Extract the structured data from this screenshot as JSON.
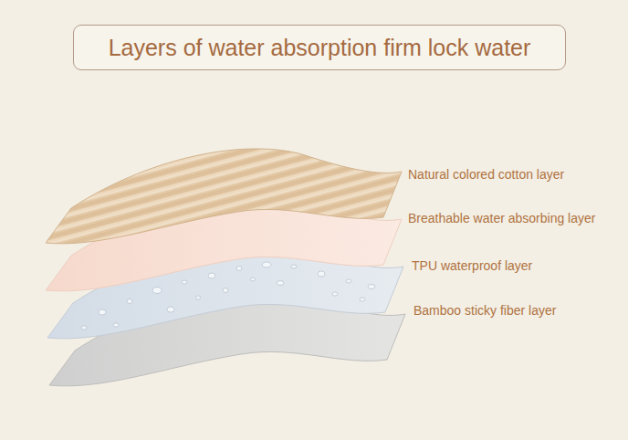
{
  "diagram": {
    "title": "Layers of water absorption firm lock water",
    "labels": [
      "Natural colored cotton layer",
      "Breathable water absorbing layer",
      "TPU waterproof layer",
      "Bamboo sticky fiber layer"
    ]
  }
}
